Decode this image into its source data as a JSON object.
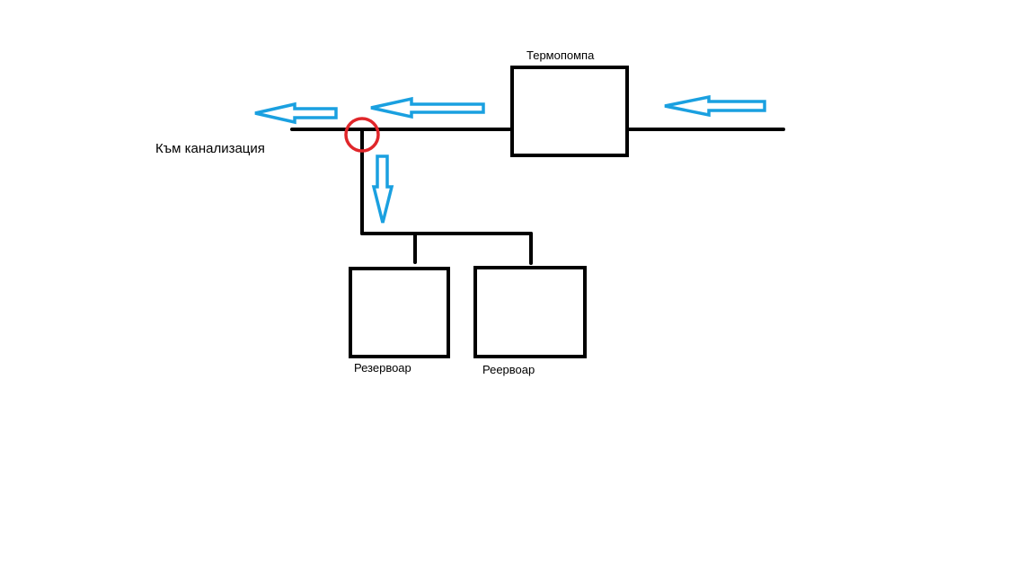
{
  "diagram": {
    "labels": {
      "heat_pump": "Термопомпа",
      "to_sewer": "Към канализация",
      "tank_left": "Резервоар",
      "tank_right": "Реервоар"
    },
    "colors": {
      "pipe": "#000000",
      "flow_arrow": "#1aa0e0",
      "junction_marker": "#e0262a"
    },
    "elements": {
      "flow_arrows": [
        "left",
        "left",
        "left",
        "down"
      ],
      "junction_marker": "circle"
    }
  }
}
